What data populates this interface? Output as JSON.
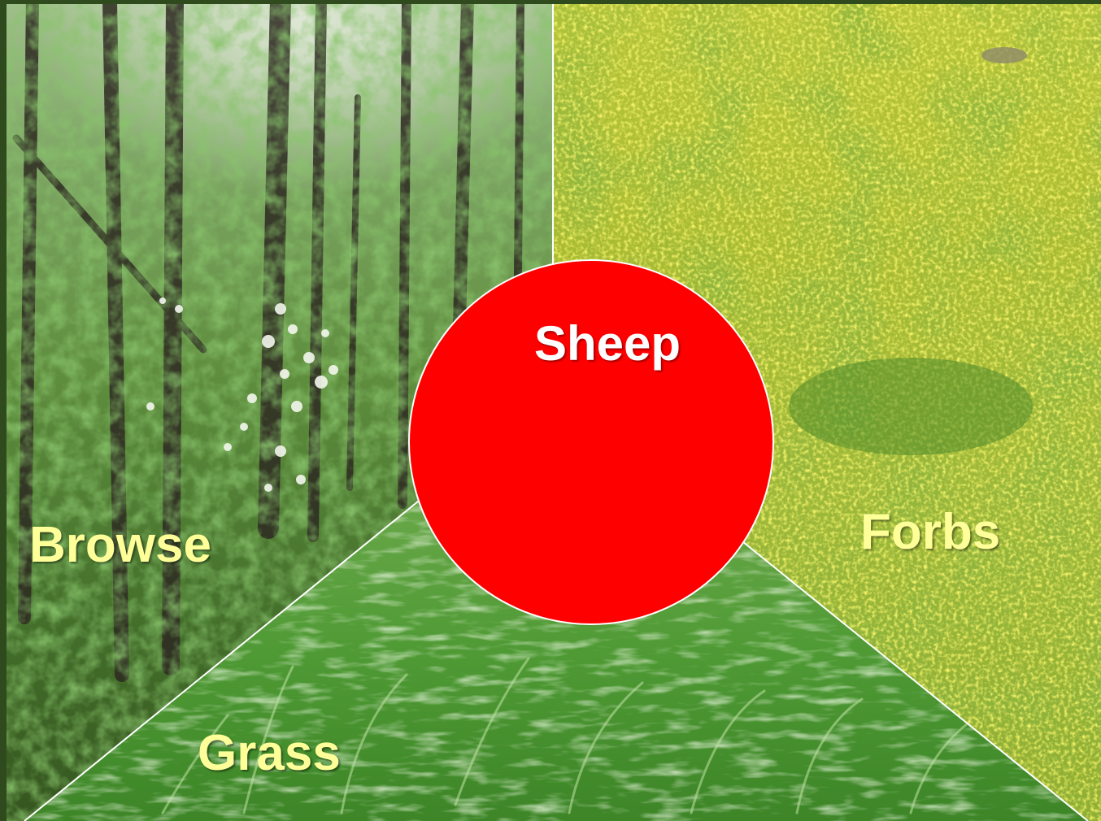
{
  "labels": {
    "center": "Sheep",
    "browse": "Browse",
    "forbs": "Forbs",
    "grass": "Grass"
  },
  "colors": {
    "frame": "#2f4a1c",
    "circle_fill": "#ff0000",
    "circle_text": "#ffffff",
    "panel_text": "#ffff99",
    "divider": "#ffffff"
  },
  "icons": {
    "browse": "forest-photo",
    "forbs": "meadow-photo",
    "grass": "grass-photo"
  }
}
